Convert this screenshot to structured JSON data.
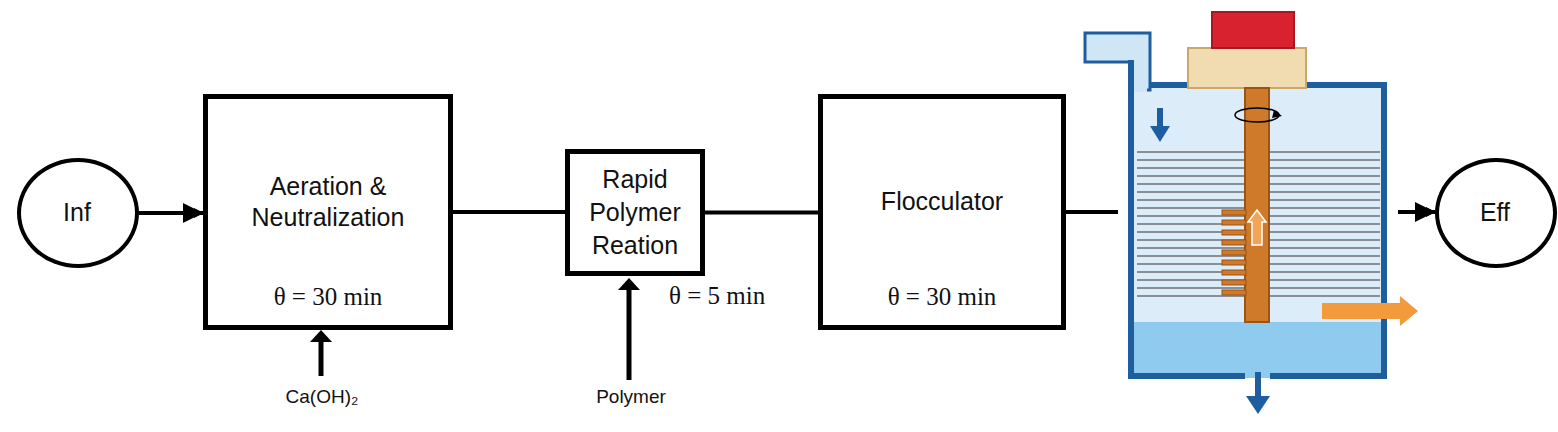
{
  "diagram": {
    "nodes": [
      {
        "text": [
          "Inf"
        ]
      },
      {
        "text": [
          "Aeration & Neutralization",
          "θ = 30 min"
        ]
      },
      {
        "text": [
          "Rapid Polymer Reation",
          "θ = 5 min"
        ]
      },
      {
        "text": [
          "Flocculator",
          "θ = 30 min"
        ]
      },
      {
        "text": [
          "Eff"
        ]
      }
    ],
    "edges": [
      {
        "from": 0,
        "to": 1,
        "arrow": "to"
      },
      {
        "from": 1,
        "to": 2,
        "arrow": "none"
      },
      {
        "from": 2,
        "to": 3,
        "arrow": "none"
      },
      {
        "from": 3,
        "to": 4,
        "arrow": "to"
      }
    ],
    "labels": [
      "Ca(OH)₂",
      "Polymer"
    ]
  }
}
